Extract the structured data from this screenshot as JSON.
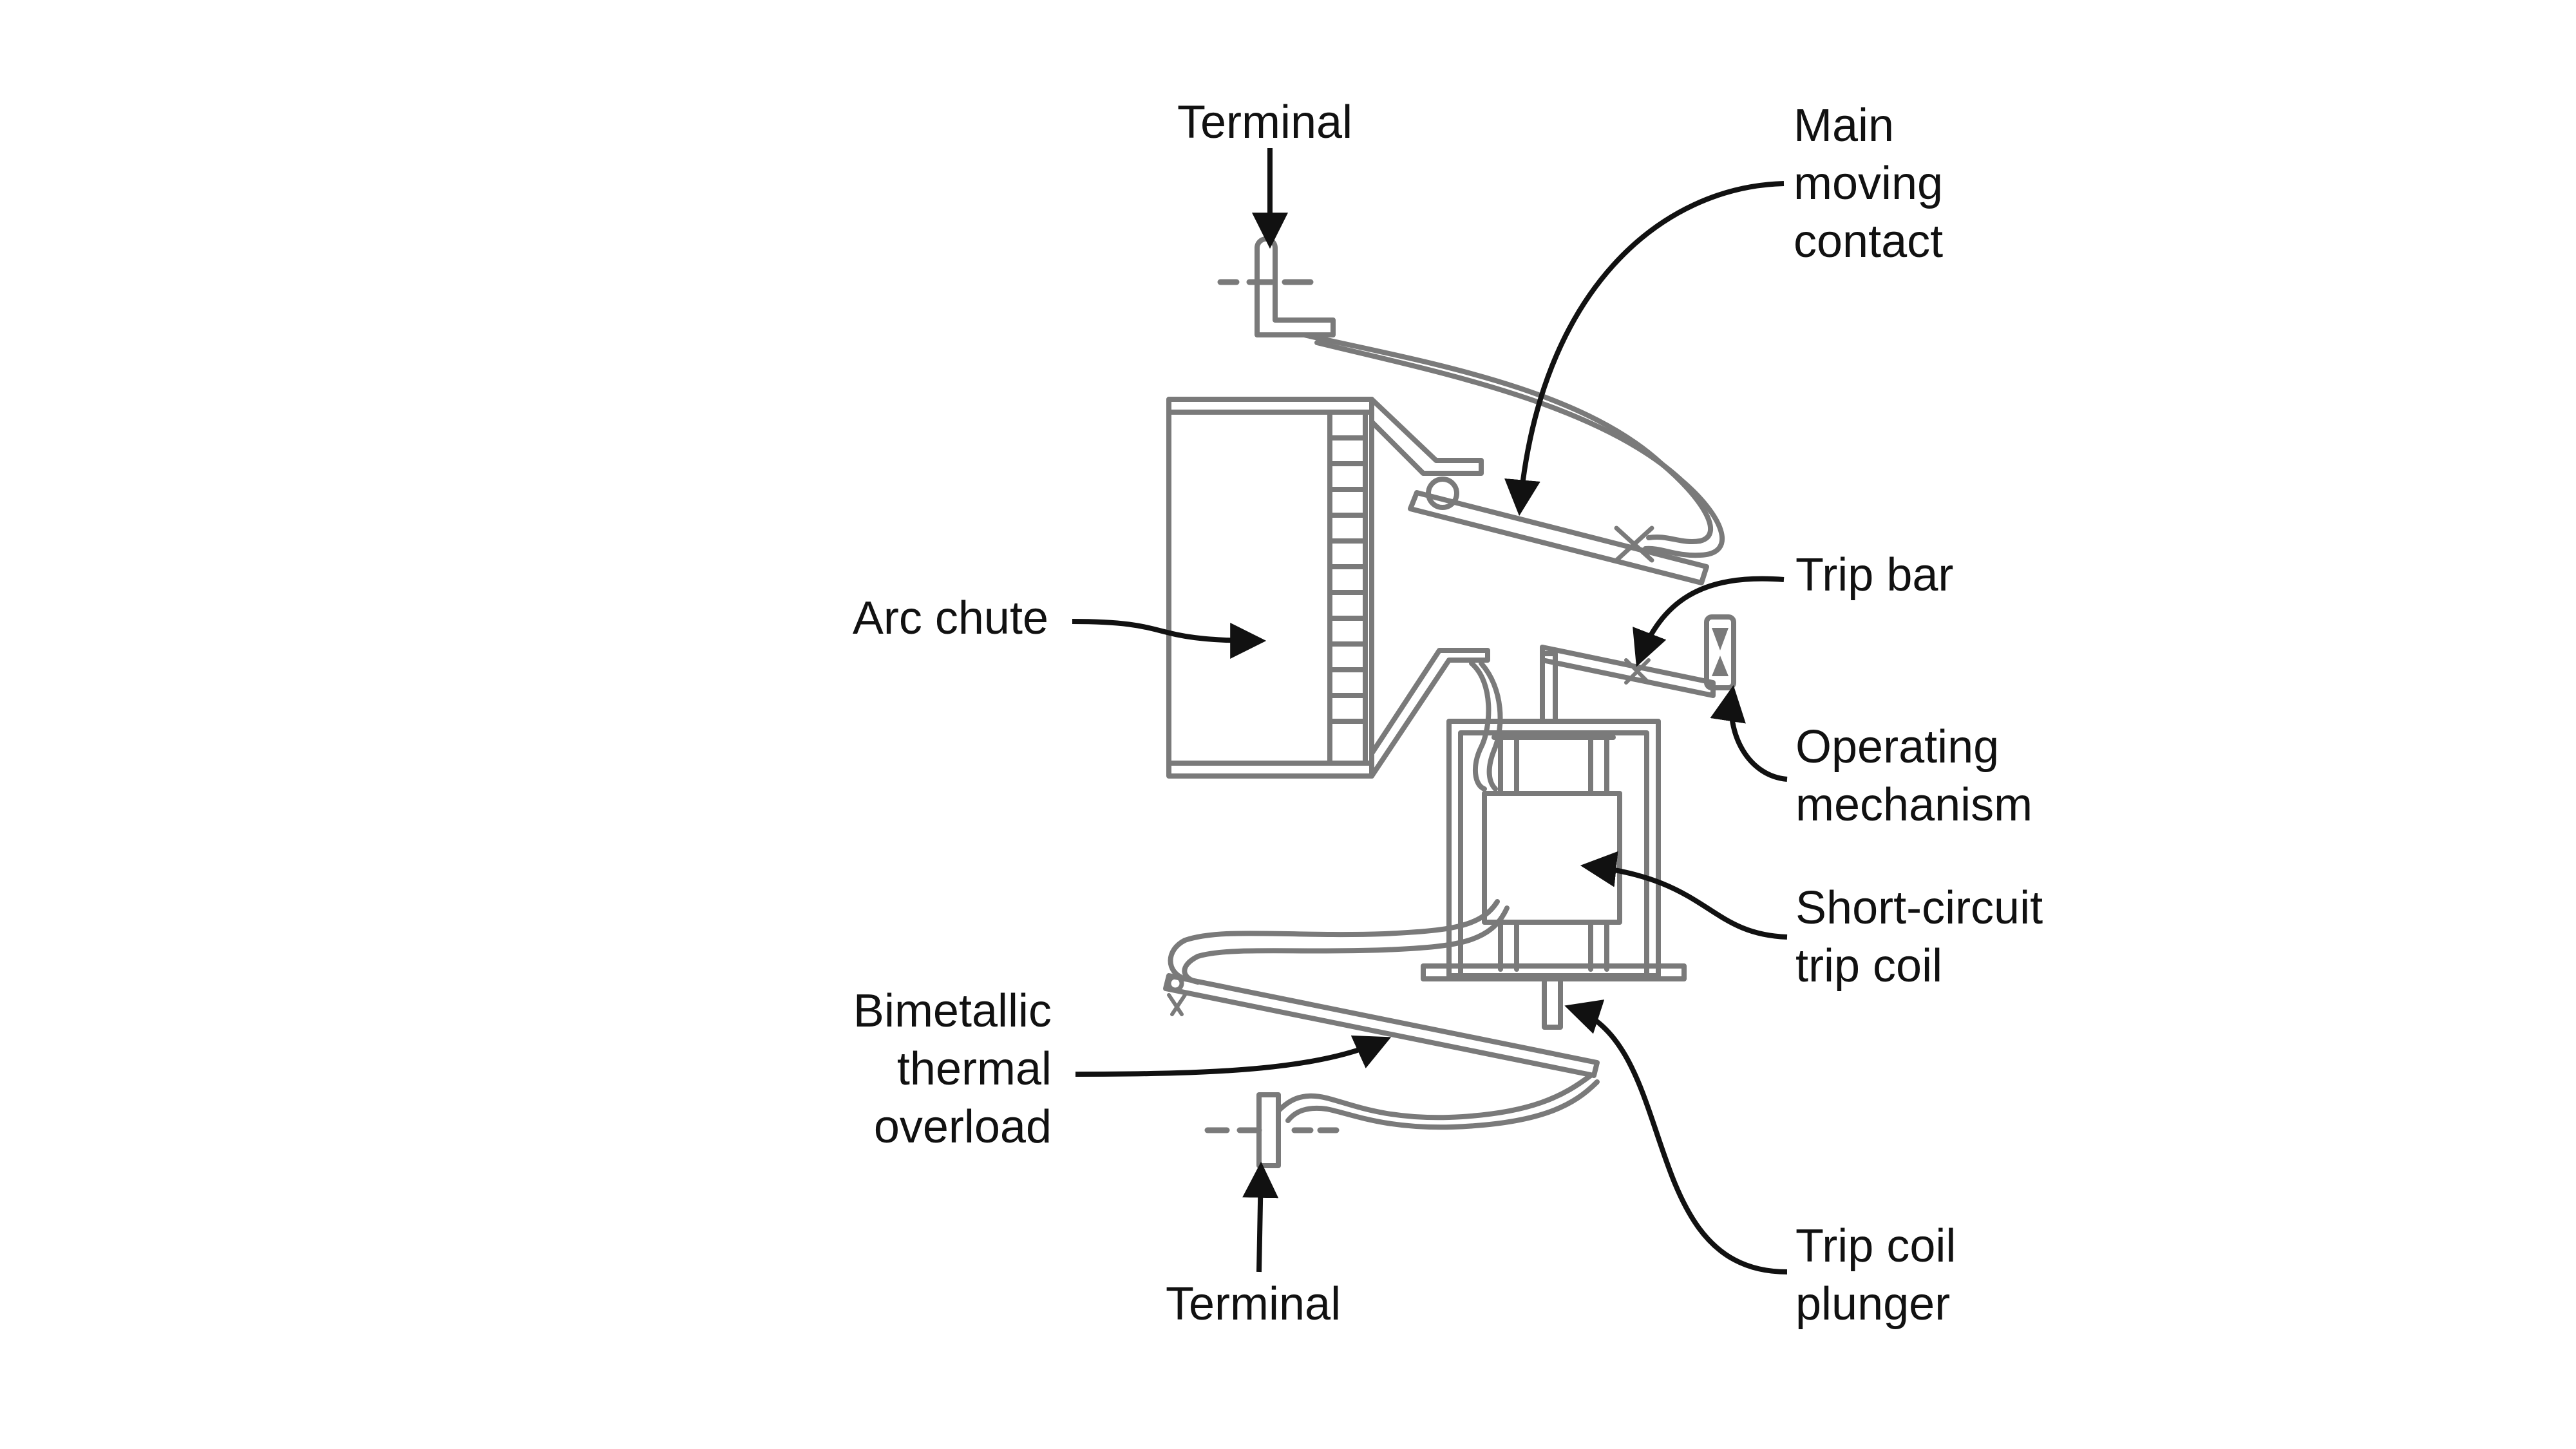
{
  "labels": {
    "terminal_top": "Terminal",
    "main_moving_contact": [
      "Main",
      "moving",
      "contact"
    ],
    "arc_chute": "Arc chute",
    "trip_bar": "Trip bar",
    "operating_mechanism": [
      "Operating",
      "mechanism"
    ],
    "short_circuit_trip_coil": [
      "Short-circuit",
      "trip coil"
    ],
    "bimetallic_thermal_overload": [
      "Bimetallic",
      "thermal",
      "overload"
    ],
    "terminal_bottom": "Terminal",
    "trip_coil_plunger": [
      "Trip coil",
      "plunger"
    ]
  },
  "colors": {
    "part_stroke": "#7a7a7a",
    "leader": "#111111",
    "text": "#111111"
  }
}
